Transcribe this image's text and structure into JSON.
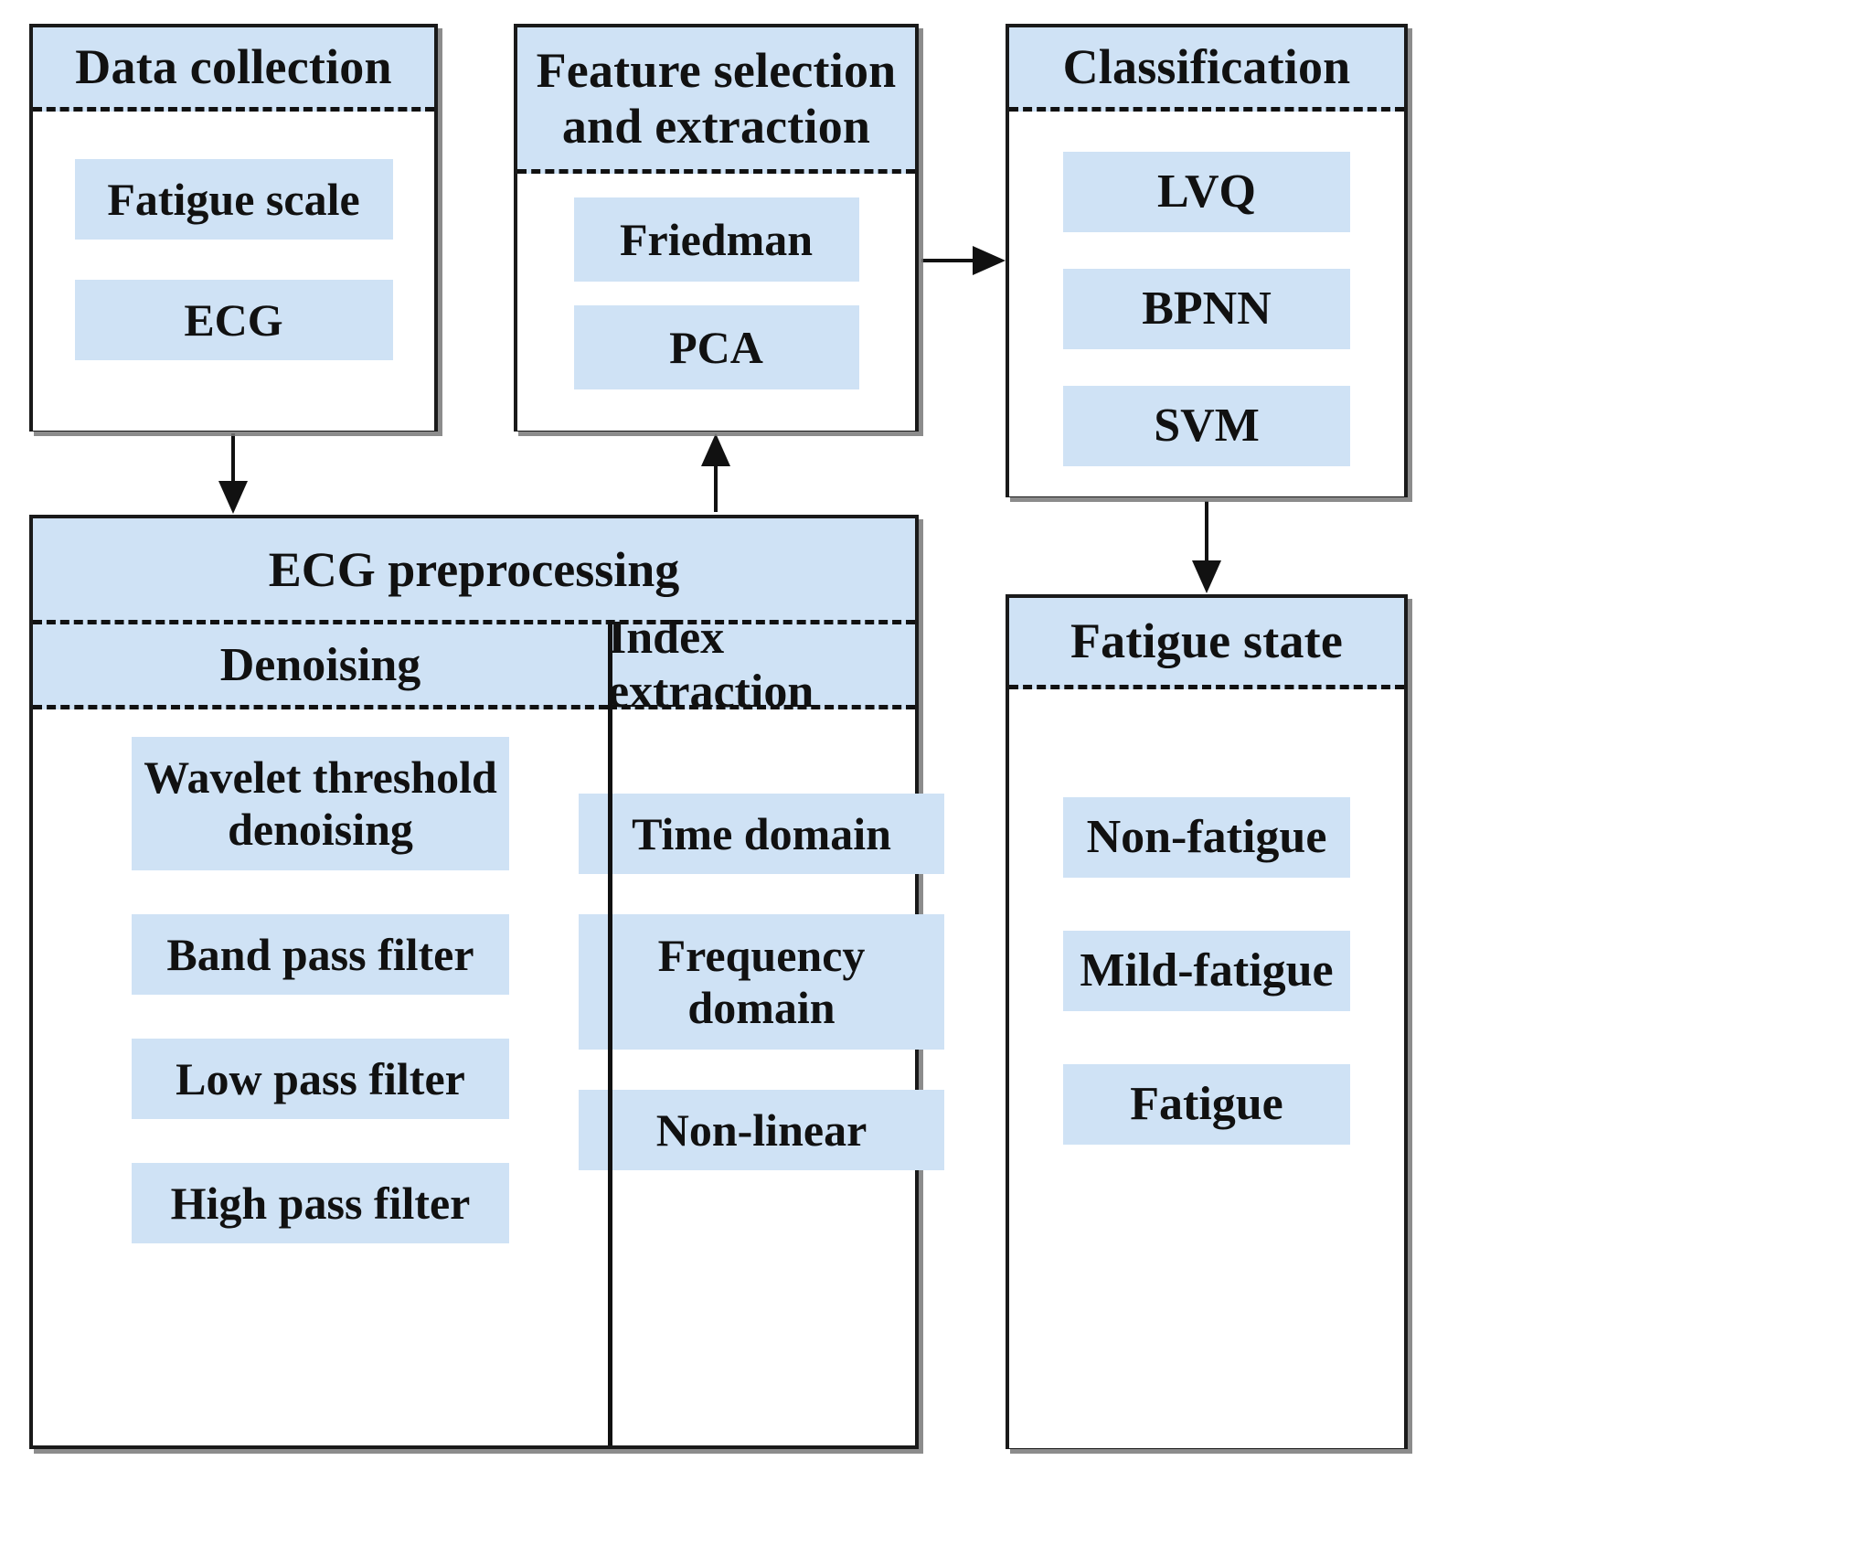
{
  "diagram": {
    "title": "ECG-based fatigue detection pipeline",
    "accent_fill": "#cfe2f5",
    "border_color": "#1a1a1a",
    "text_color": "#111111"
  },
  "boxes": {
    "data_collection": {
      "header": "Data collection",
      "items": [
        "Fatigue scale",
        "ECG"
      ]
    },
    "feature_selection": {
      "header_line1": "Feature selection",
      "header_line2": "and extraction",
      "items": [
        "Friedman",
        "PCA"
      ]
    },
    "classification": {
      "header": "Classification",
      "items": [
        "LVQ",
        "BPNN",
        "SVM"
      ]
    },
    "ecg_preprocessing": {
      "header": "ECG preprocessing",
      "columns": [
        {
          "header": "Denoising",
          "items": [
            "Wavelet threshold denoising",
            "Band pass filter",
            "Low pass filter",
            "High pass filter"
          ]
        },
        {
          "header": "Index extraction",
          "items": [
            "Time domain",
            "Frequency domain",
            "Non-linear"
          ]
        }
      ]
    },
    "fatigue_state": {
      "header": "Fatigue state",
      "items": [
        "Non-fatigue",
        "Mild-fatigue",
        "Fatigue"
      ]
    }
  },
  "arrows": [
    {
      "from": "data_collection",
      "to": "ecg_preprocessing",
      "direction": "down"
    },
    {
      "from": "ecg_preprocessing",
      "to": "feature_selection",
      "direction": "up"
    },
    {
      "from": "feature_selection",
      "to": "classification",
      "direction": "right"
    },
    {
      "from": "classification",
      "to": "fatigue_state",
      "direction": "down"
    }
  ]
}
